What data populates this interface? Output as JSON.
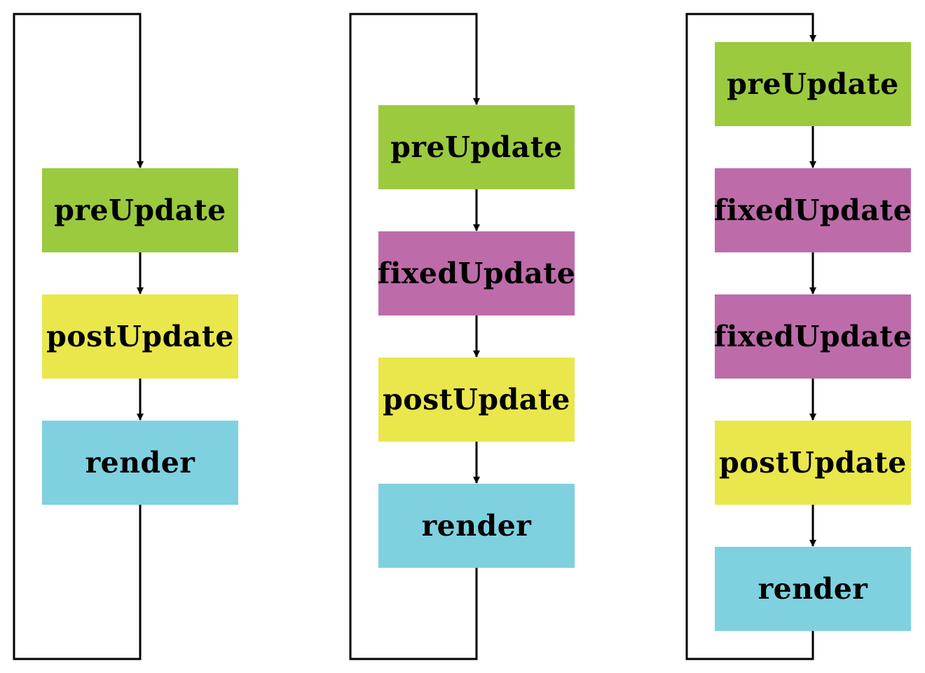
{
  "colors": {
    "preUpdate": "#9bca3e",
    "fixedUpdate": "#bd6ca9",
    "postUpdate": "#e9e74b",
    "render": "#7fd1e0",
    "line": "#000000"
  },
  "diagrams": [
    {
      "steps": [
        {
          "label": "preUpdate",
          "kind": "preUpdate"
        },
        {
          "label": "postUpdate",
          "kind": "postUpdate"
        },
        {
          "label": "render",
          "kind": "render"
        }
      ]
    },
    {
      "steps": [
        {
          "label": "preUpdate",
          "kind": "preUpdate"
        },
        {
          "label": "fixedUpdate",
          "kind": "fixedUpdate"
        },
        {
          "label": "postUpdate",
          "kind": "postUpdate"
        },
        {
          "label": "render",
          "kind": "render"
        }
      ]
    },
    {
      "steps": [
        {
          "label": "preUpdate",
          "kind": "preUpdate"
        },
        {
          "label": "fixedUpdate",
          "kind": "fixedUpdate"
        },
        {
          "label": "fixedUpdate",
          "kind": "fixedUpdate"
        },
        {
          "label": "postUpdate",
          "kind": "postUpdate"
        },
        {
          "label": "render",
          "kind": "render"
        }
      ]
    }
  ]
}
